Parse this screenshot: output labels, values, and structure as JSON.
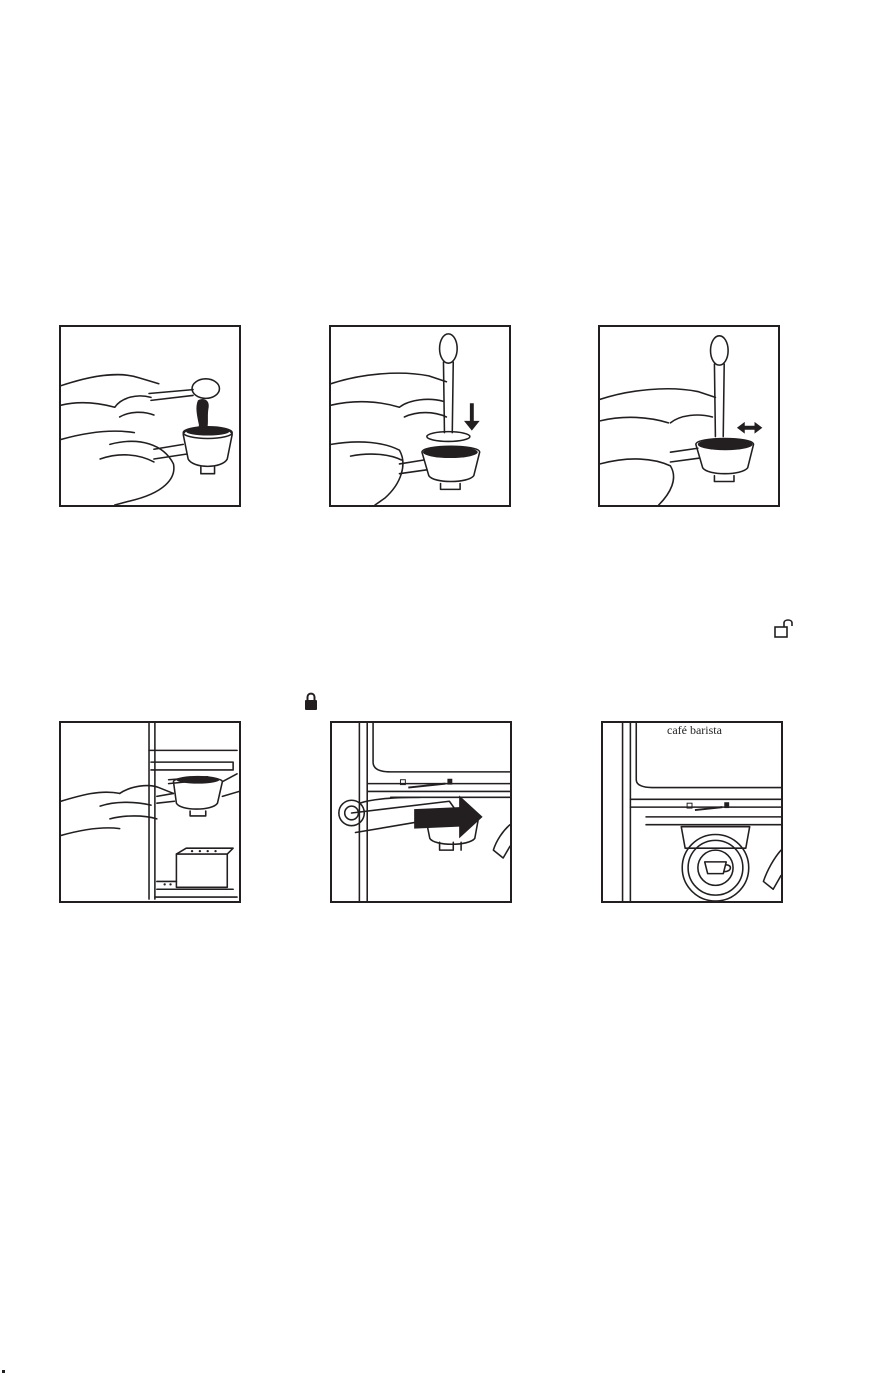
{
  "document": {
    "panels": [
      {
        "id": "p1",
        "description_name": "fill-filter-with-coffee"
      },
      {
        "id": "p2",
        "description_name": "tamp-coffee"
      },
      {
        "id": "p3",
        "description_name": "level-coffee"
      },
      {
        "id": "p4",
        "description_name": "insert-portafilter"
      },
      {
        "id": "p5",
        "description_name": "rotate-portafilter"
      },
      {
        "id": "p6",
        "description_name": "portafilter-locked"
      }
    ],
    "brand_label": "café barista",
    "icons": {
      "unlock": "unlock-icon",
      "lock": "lock-icon"
    },
    "colors": {
      "ink": "#231f20",
      "paper": "#ffffff"
    }
  }
}
